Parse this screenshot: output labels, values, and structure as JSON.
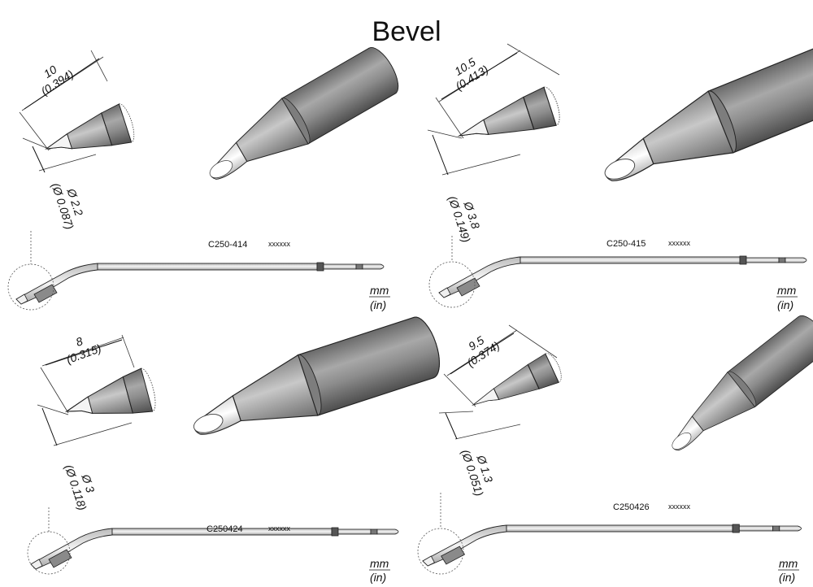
{
  "title": "Bevel",
  "units": {
    "top": "mm",
    "bottom": "(in)"
  },
  "tips": [
    {
      "code": "C250-414",
      "serial": "xxxxxx",
      "length_mm": "10",
      "length_in": "(0.394)",
      "dia_mm": "2.2",
      "dia_in": "0.087"
    },
    {
      "code": "C250-415",
      "serial": "xxxxxx",
      "length_mm": "10.5",
      "length_in": "(0.413)",
      "dia_mm": "3.8",
      "dia_in": "0.149"
    },
    {
      "code": "C250424",
      "serial": "xxxxxx",
      "length_mm": "8",
      "length_in": "(0.315)",
      "dia_mm": "3",
      "dia_in": "0.118"
    },
    {
      "code": "C250426",
      "serial": "xxxxxx",
      "length_mm": "9.5",
      "length_in": "(0.374)",
      "dia_mm": "1.3",
      "dia_in": "0.051"
    }
  ],
  "symbols": {
    "diameter": "Ø"
  },
  "colors": {
    "body": "#8a8a8a",
    "body_dark": "#6b6b6b",
    "cone": "#b5b5b5",
    "tip": "#f2f2f2",
    "line": "#111111"
  }
}
